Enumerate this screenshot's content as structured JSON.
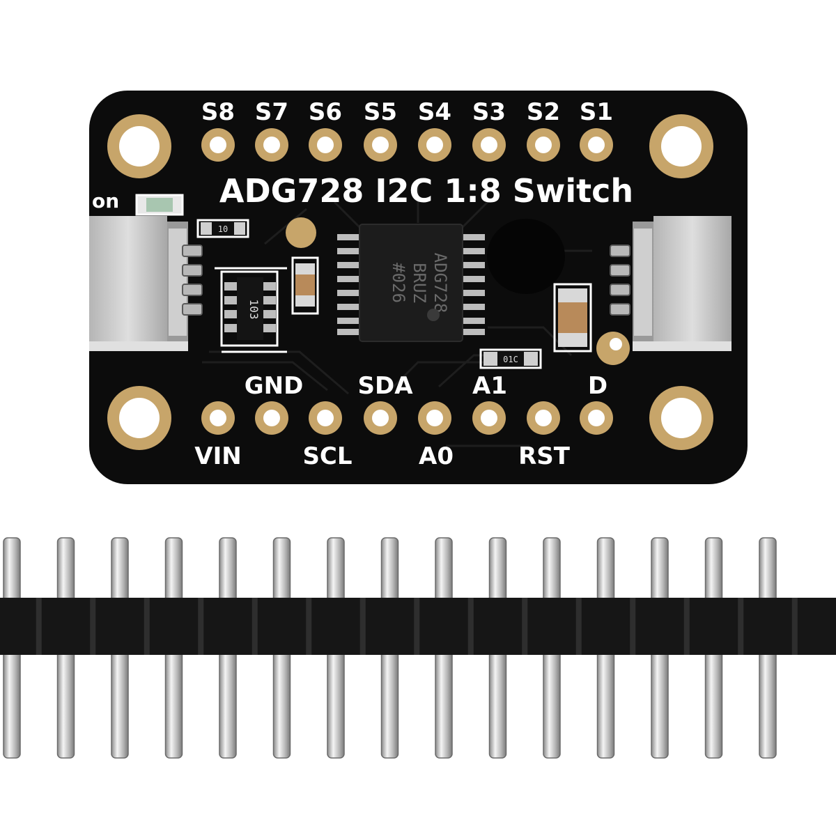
{
  "board": {
    "title": "ADG728 I2C 1:8 Switch",
    "led_label": "on",
    "top_pins": [
      "S8",
      "S7",
      "S6",
      "S5",
      "S4",
      "S3",
      "S2",
      "S1"
    ],
    "bottom_pins_upper": [
      "GND",
      "SDA",
      "A1",
      "D"
    ],
    "bottom_pins_lower": [
      "VIN",
      "SCL",
      "A0",
      "RST"
    ],
    "chip": {
      "line1": "ADG728",
      "line2": "BRUZ",
      "line3": "#026"
    },
    "resistor_network": "103",
    "resistor_top": "10",
    "resistor_bottom": "01C"
  },
  "colors": {
    "pcb": "#0c0c0c",
    "pad_gold": "#c7a56a",
    "silkscreen": "#ffffff",
    "connector": "#cfcfcf",
    "header_plastic": "#161616",
    "header_pin": "#d2d2d2"
  },
  "header": {
    "pin_count": 15
  }
}
